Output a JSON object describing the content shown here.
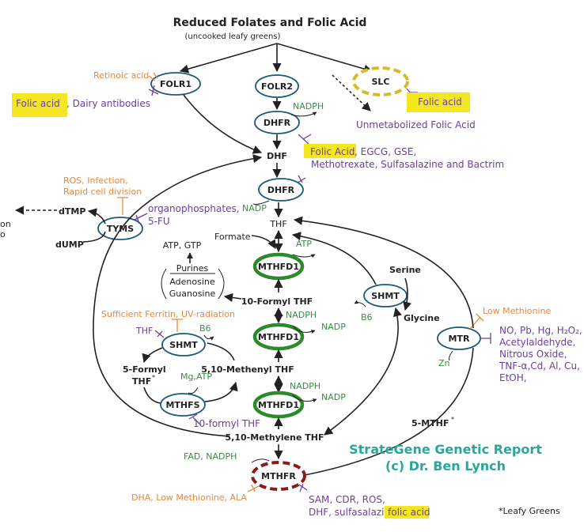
{
  "title": "Reduced Folates and Folic Acid",
  "subtitle": "(uncooked leafy greens)",
  "nodes": {
    "folr1": "FOLR1",
    "folr2": "FOLR2",
    "slc": "SLC",
    "dhfr_top": "DHFR",
    "dhfr_mid": "DHFR",
    "tyms": "TYMS",
    "mthfd1_a": "MTHFD1",
    "mthfd1_b": "MTHFD1",
    "mthfd1_c": "MTHFD1",
    "shmt_right": "SHMT",
    "shmt_left": "SHMT",
    "mthfs": "MTHFS",
    "mtr": "MTR",
    "mthfr": "MTHFR"
  },
  "metabolites": {
    "dhf": "DHF",
    "thf": "THF",
    "dtmp": "dTMP",
    "dump": "dUMP",
    "formate": "Formate",
    "atp_gtp": "ATP, GTP",
    "purines": "Purines",
    "adenosine": "Adenosine",
    "guanosine": "Guanosine",
    "formyl10": "10-Formyl THF",
    "methenyl": "5,10-Methenyl THF",
    "formyl5_a": "5-Formyl",
    "formyl5_b": "THF",
    "methylene": "5,10-Methylene THF",
    "mthf5": "5-MTHF",
    "serine": "Serine",
    "glycine": "Glycine",
    "unmetabolized": "Unmetabolized Folic Acid",
    "cut_on": "on",
    "cut_o": "o"
  },
  "cofactors": {
    "nadph_1": "NADPH",
    "nadp_1": "NADP",
    "atp_1": "ATP",
    "nadph_2": "NADPH",
    "nadp_2": "NADP",
    "nadph_3": "NADPH",
    "nadp_3": "NADP",
    "b6_right": "B6",
    "b6_left": "B6",
    "mg_atp": "Mg,ATP",
    "zn": "Zn",
    "fad_nadph": "FAD, NADPH"
  },
  "inhibitors": {
    "retinoic": "Retinoic acid",
    "folic_acid_1": "Folic acid",
    "dairy": ", Dairy antibodies",
    "folic_acid_slc": "Folic acid",
    "folic_acid_2": "Folic Acid",
    "egcg": ", EGCG, GSE,",
    "methotrexate": "Methotrexate, Sulfasalazine and Bactrim",
    "ros_1": "ROS, Infection,",
    "ros_2": "Rapid cell division",
    "organo_1": "organophosphates,",
    "organo_2": "5-FU",
    "ferritin": "Sufficient Ferritin, UV-radiation",
    "thf_inh": "THF",
    "formyl10_inh": "10-formyl THF",
    "low_methionine": "Low Methionine",
    "metals_1": "NO, Pb, Hg, H₂O₂,",
    "metals_2": "Acetylaldehyde,",
    "metals_3": "Nitrous Oxide,",
    "metals_4": "TNF-α,Cd, Al, Cu,",
    "metals_5": "EtOH,",
    "dha": "DHA, Low Methionine, ALA",
    "sam_1": "SAM, CDR, ROS,",
    "sam_2": "DHF, sulfasalazine,",
    "folic_acid_3": "folic acid"
  },
  "watermark_1": "StrateGene Genetic Report",
  "watermark_2": "(c) Dr. Ben Lynch",
  "footnote": "*Leafy Greens",
  "colors": {
    "orange": "#e8883a",
    "purple": "#6b3fa0",
    "green": "#3e8a4a",
    "teal": "#2aa79b",
    "highlight": "#f5e622",
    "enzyme_border": "#1c5a7a",
    "mthfd1_border": "#2c8a2c",
    "slc_border": "#d9b92a",
    "mthfr_border": "#8b1a1a"
  }
}
